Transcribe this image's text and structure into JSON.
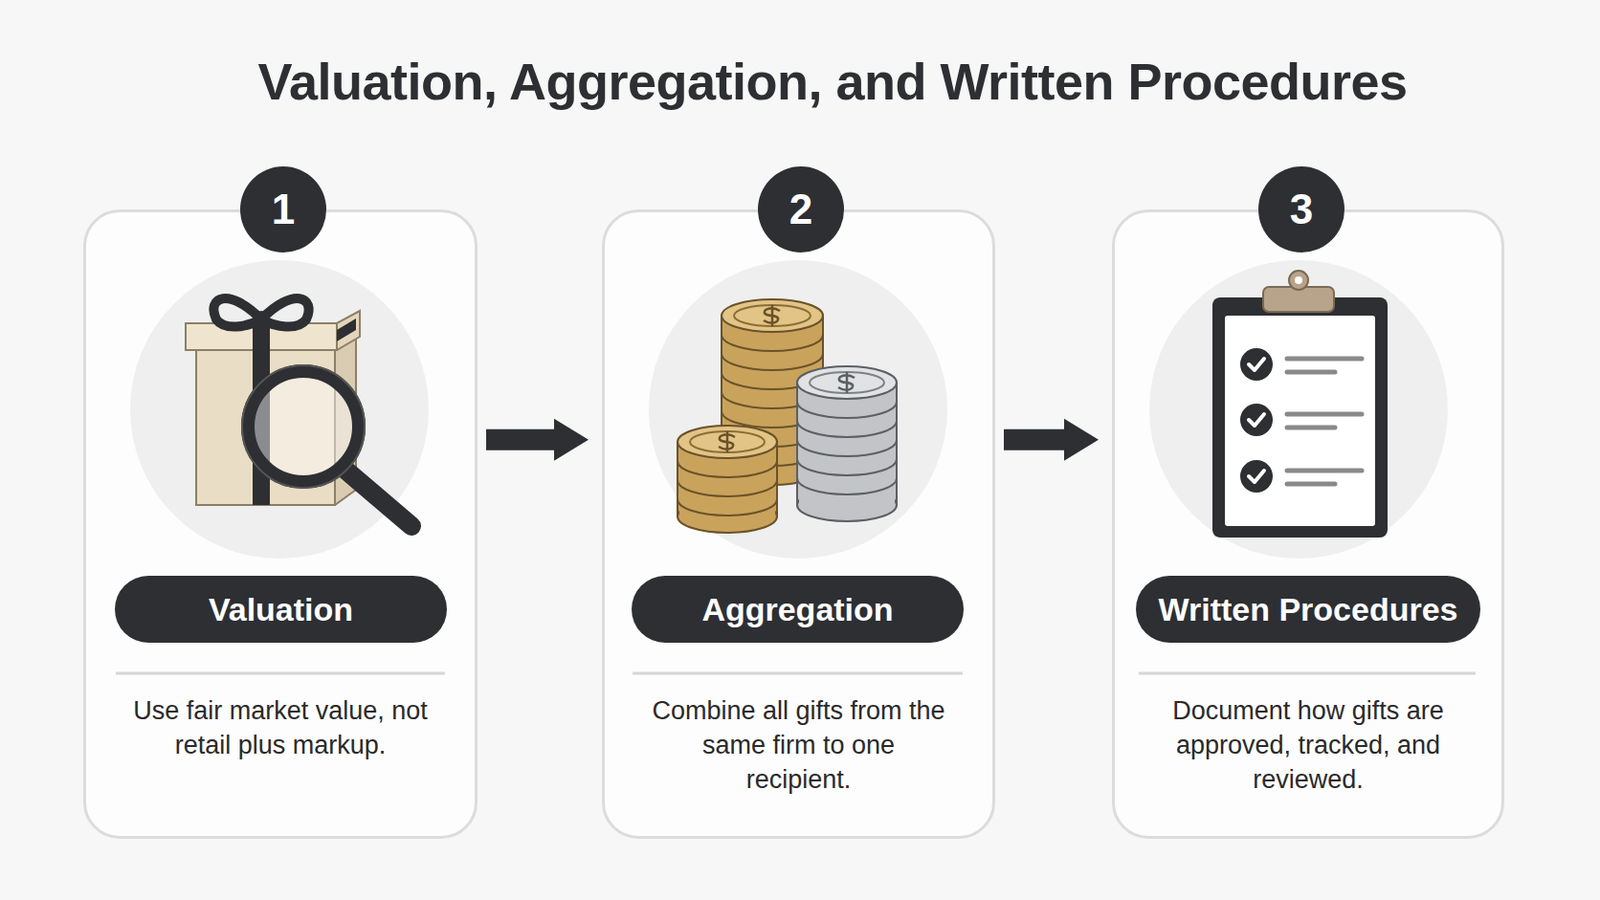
{
  "diagram": {
    "title": "Valuation, Aggregation, and Written Procedures",
    "nodes": [
      {
        "text": [
          "Use fair market value, not retail plus markup."
        ]
      },
      {
        "text": [
          "1"
        ],
        "in": 0
      },
      {
        "text": [
          "Valuation"
        ],
        "in": 0
      },
      {
        "text": [
          "Combine all gifts from the same firm to one recipient."
        ]
      },
      {
        "text": [
          "2"
        ],
        "in": 3
      },
      {
        "text": [
          "Aggregation"
        ],
        "in": 3
      },
      {
        "text": [
          "Document how gifts are approved, tracked, and reviewed."
        ]
      },
      {
        "text": [
          "3"
        ],
        "in": 6
      },
      {
        "text": [
          "Written Procedures"
        ],
        "in": 6
      }
    ],
    "edges": [
      {
        "from": 0,
        "to": 3,
        "arrow": "to"
      },
      {
        "from": 3,
        "to": 6,
        "arrow": "to"
      }
    ]
  }
}
